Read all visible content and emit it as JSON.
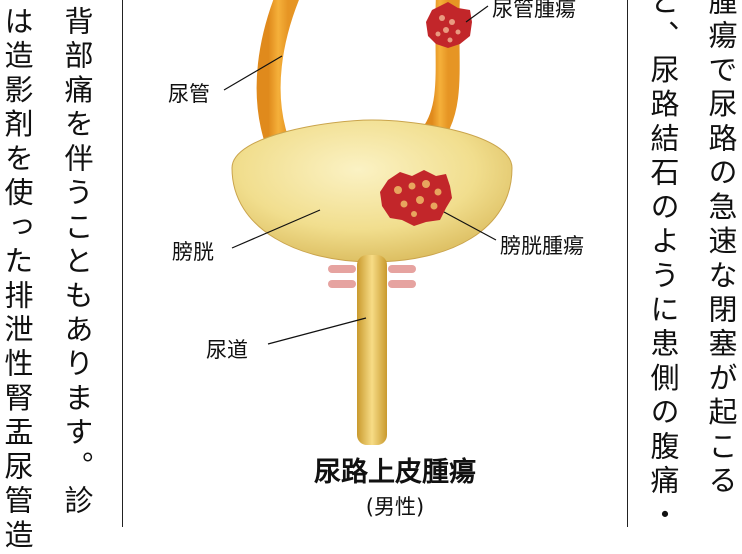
{
  "left_text": {
    "col1": "背部痛を伴うこともあります。診",
    "col2": "は造影剤を使った排泄性腎盂尿管造"
  },
  "right_text": {
    "col1": "腫瘍で尿路の急速な閉塞が起こる",
    "col2": "と、尿路結石のように患側の腹痛・"
  },
  "diagram": {
    "labels": {
      "ureter": "尿管",
      "ureter_tumor": "尿管腫瘍",
      "bladder": "膀胱",
      "bladder_tumor": "膀胱腫瘍",
      "urethra": "尿道"
    },
    "title": "尿路上皮腫瘍",
    "subtitle": "(男性)"
  }
}
